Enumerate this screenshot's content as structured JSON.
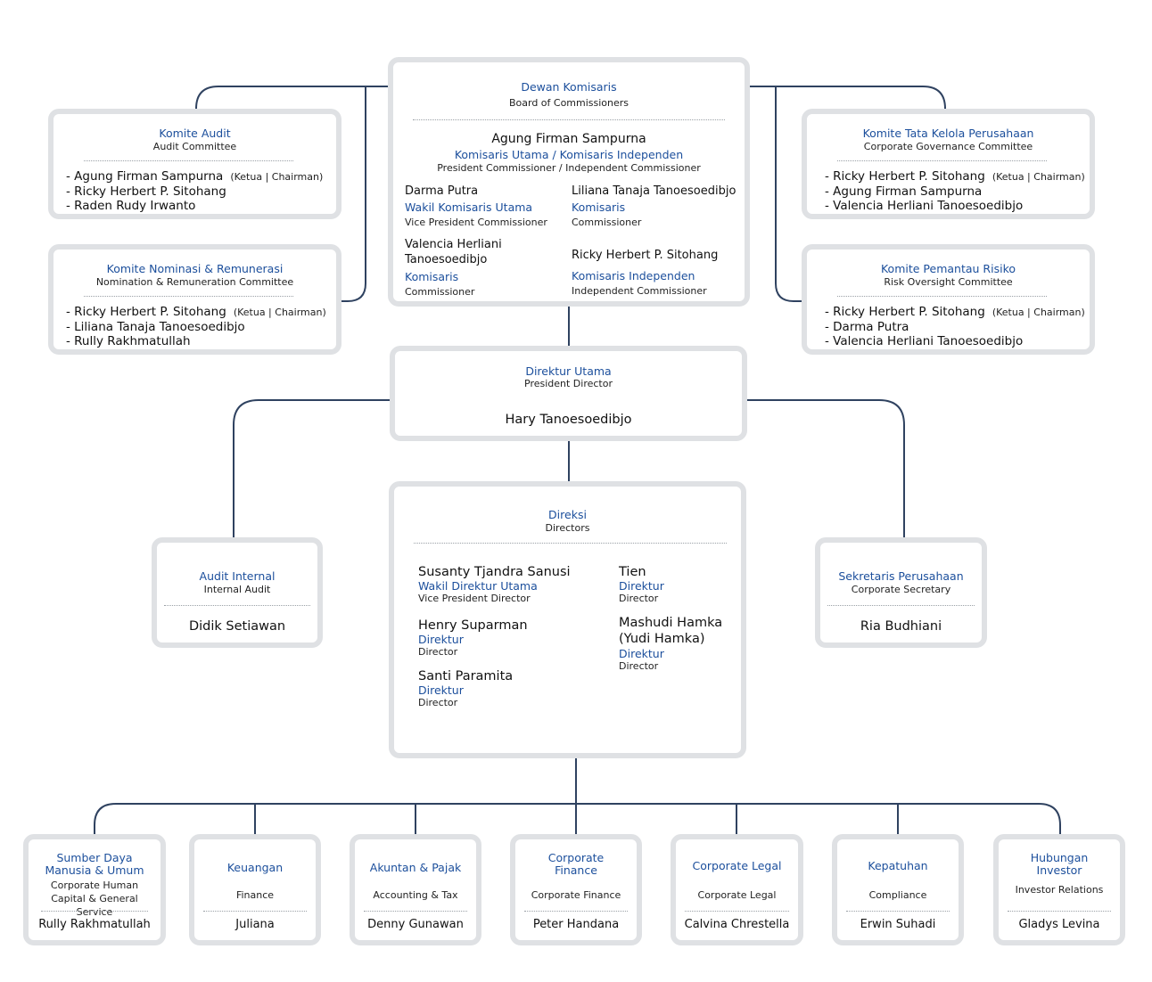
{
  "board": {
    "title": "Dewan Komisaris",
    "subtitle": "Board of Commissioners",
    "chief": {
      "name": "Agung Firman Sampurna",
      "role": "Komisaris Utama / Komisaris Independen",
      "role_en": "President Commissioner / Independent Commissioner"
    },
    "members": [
      {
        "name": "Darma Putra",
        "role": "Wakil Komisaris Utama",
        "role_en": "Vice President Commissioner"
      },
      {
        "name": "Liliana Tanaja Tanoesoedibjo",
        "role": "Komisaris",
        "role_en": "Commissioner"
      },
      {
        "name": "Valencia Herliani Tanoesoedibjo",
        "role": "Komisaris",
        "role_en": "Commissioner"
      },
      {
        "name": "Ricky Herbert P. Sitohang",
        "role": "Komisaris Independen",
        "role_en": "Independent Commissioner"
      }
    ]
  },
  "committees": [
    {
      "title": "Komite Audit",
      "subtitle": "Audit Committee",
      "members": [
        "- Agung Firman Sampurna",
        "- Ricky Herbert P. Sitohang",
        "- Raden Rudy Irwanto"
      ],
      "chair_note": "(Ketua | Chairman)"
    },
    {
      "title": "Komite Nominasi & Remunerasi",
      "subtitle": "Nomination & Remuneration Committee",
      "members": [
        "- Ricky Herbert P. Sitohang",
        "- Liliana Tanaja Tanoesoedibjo",
        "- Rully Rakhmatullah"
      ],
      "chair_note": "(Ketua | Chairman)"
    },
    {
      "title": "Komite Tata Kelola Perusahaan",
      "subtitle": "Corporate Governance Committee",
      "members": [
        "- Ricky Herbert P. Sitohang",
        "- Agung Firman Sampurna",
        "- Valencia Herliani Tanoesoedibjo"
      ],
      "chair_note": "(Ketua | Chairman)"
    },
    {
      "title": "Komite Pemantau Risiko",
      "subtitle": "Risk Oversight Committee",
      "members": [
        "- Ricky Herbert P. Sitohang",
        "- Darma Putra",
        "- Valencia Herliani Tanoesoedibjo"
      ],
      "chair_note": "(Ketua | Chairman)"
    }
  ],
  "president_director": {
    "title": "Direktur Utama",
    "subtitle": "President Director",
    "name": "Hary Tanoesoedibjo"
  },
  "internal_audit": {
    "title": "Audit Internal",
    "subtitle": "Internal Audit",
    "name": "Didik Setiawan"
  },
  "corporate_secretary": {
    "title": "Sekretaris Perusahaan",
    "subtitle": "Corporate Secretary",
    "name": "Ria Budhiani"
  },
  "directors": {
    "title": "Direksi",
    "subtitle": "Directors",
    "members": [
      {
        "name": "Susanty Tjandra Sanusi",
        "role": "Wakil Direktur Utama",
        "role_en": "Vice President Director"
      },
      {
        "name": "Tien",
        "role": "Direktur",
        "role_en": "Director"
      },
      {
        "name": "Henry Suparman",
        "role": "Direktur",
        "role_en": "Director"
      },
      {
        "name": "Mashudi Hamka (Yudi Hamka)",
        "role": "Direktur",
        "role_en": "Director"
      },
      {
        "name": "Santi Paramita",
        "role": "Direktur",
        "role_en": "Director"
      }
    ]
  },
  "departments": [
    {
      "title": "Sumber Daya Manusia & Umum",
      "subtitle": "Corporate Human Capital & General Service",
      "name": "Rully Rakhmatullah"
    },
    {
      "title": "Keuangan",
      "subtitle": "Finance",
      "name": "Juliana"
    },
    {
      "title": "Akuntan & Pajak",
      "subtitle": "Accounting & Tax",
      "name": "Denny Gunawan"
    },
    {
      "title": "Corporate Finance",
      "subtitle": "Corporate Finance",
      "name": "Peter Handana"
    },
    {
      "title": "Corporate Legal",
      "subtitle": "Corporate Legal",
      "name": "Calvina Chrestella"
    },
    {
      "title": "Kepatuhan",
      "subtitle": "Compliance",
      "name": "Erwin Suhadi"
    },
    {
      "title": "Hubungan Investor",
      "subtitle": "Investor Relations",
      "name": "Gladys Levina"
    }
  ],
  "colors": {
    "accent": "#1c4f9c",
    "line": "#2f4260",
    "border": "#dfe1e4"
  }
}
